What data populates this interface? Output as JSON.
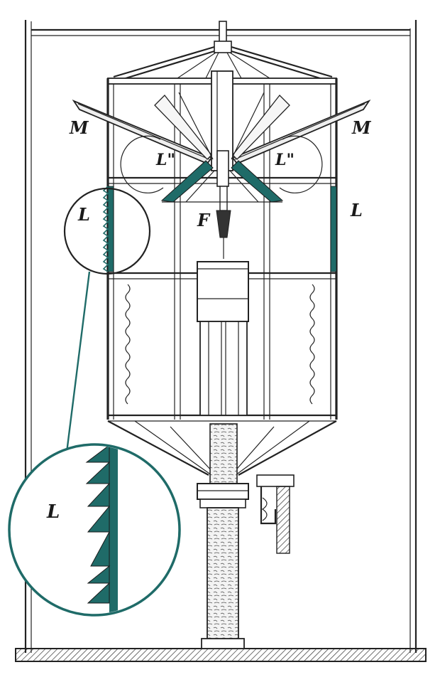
{
  "labels": {
    "m_left": "M",
    "m_right": "M",
    "l_double_left": "L\"",
    "l_double_right": "L\"",
    "l_left": "L",
    "l_right": "L",
    "f": "F",
    "l_magnifier": "L"
  },
  "colors": {
    "ink": "#222222",
    "accent": "#1f6b68",
    "paper": "#ffffff"
  }
}
